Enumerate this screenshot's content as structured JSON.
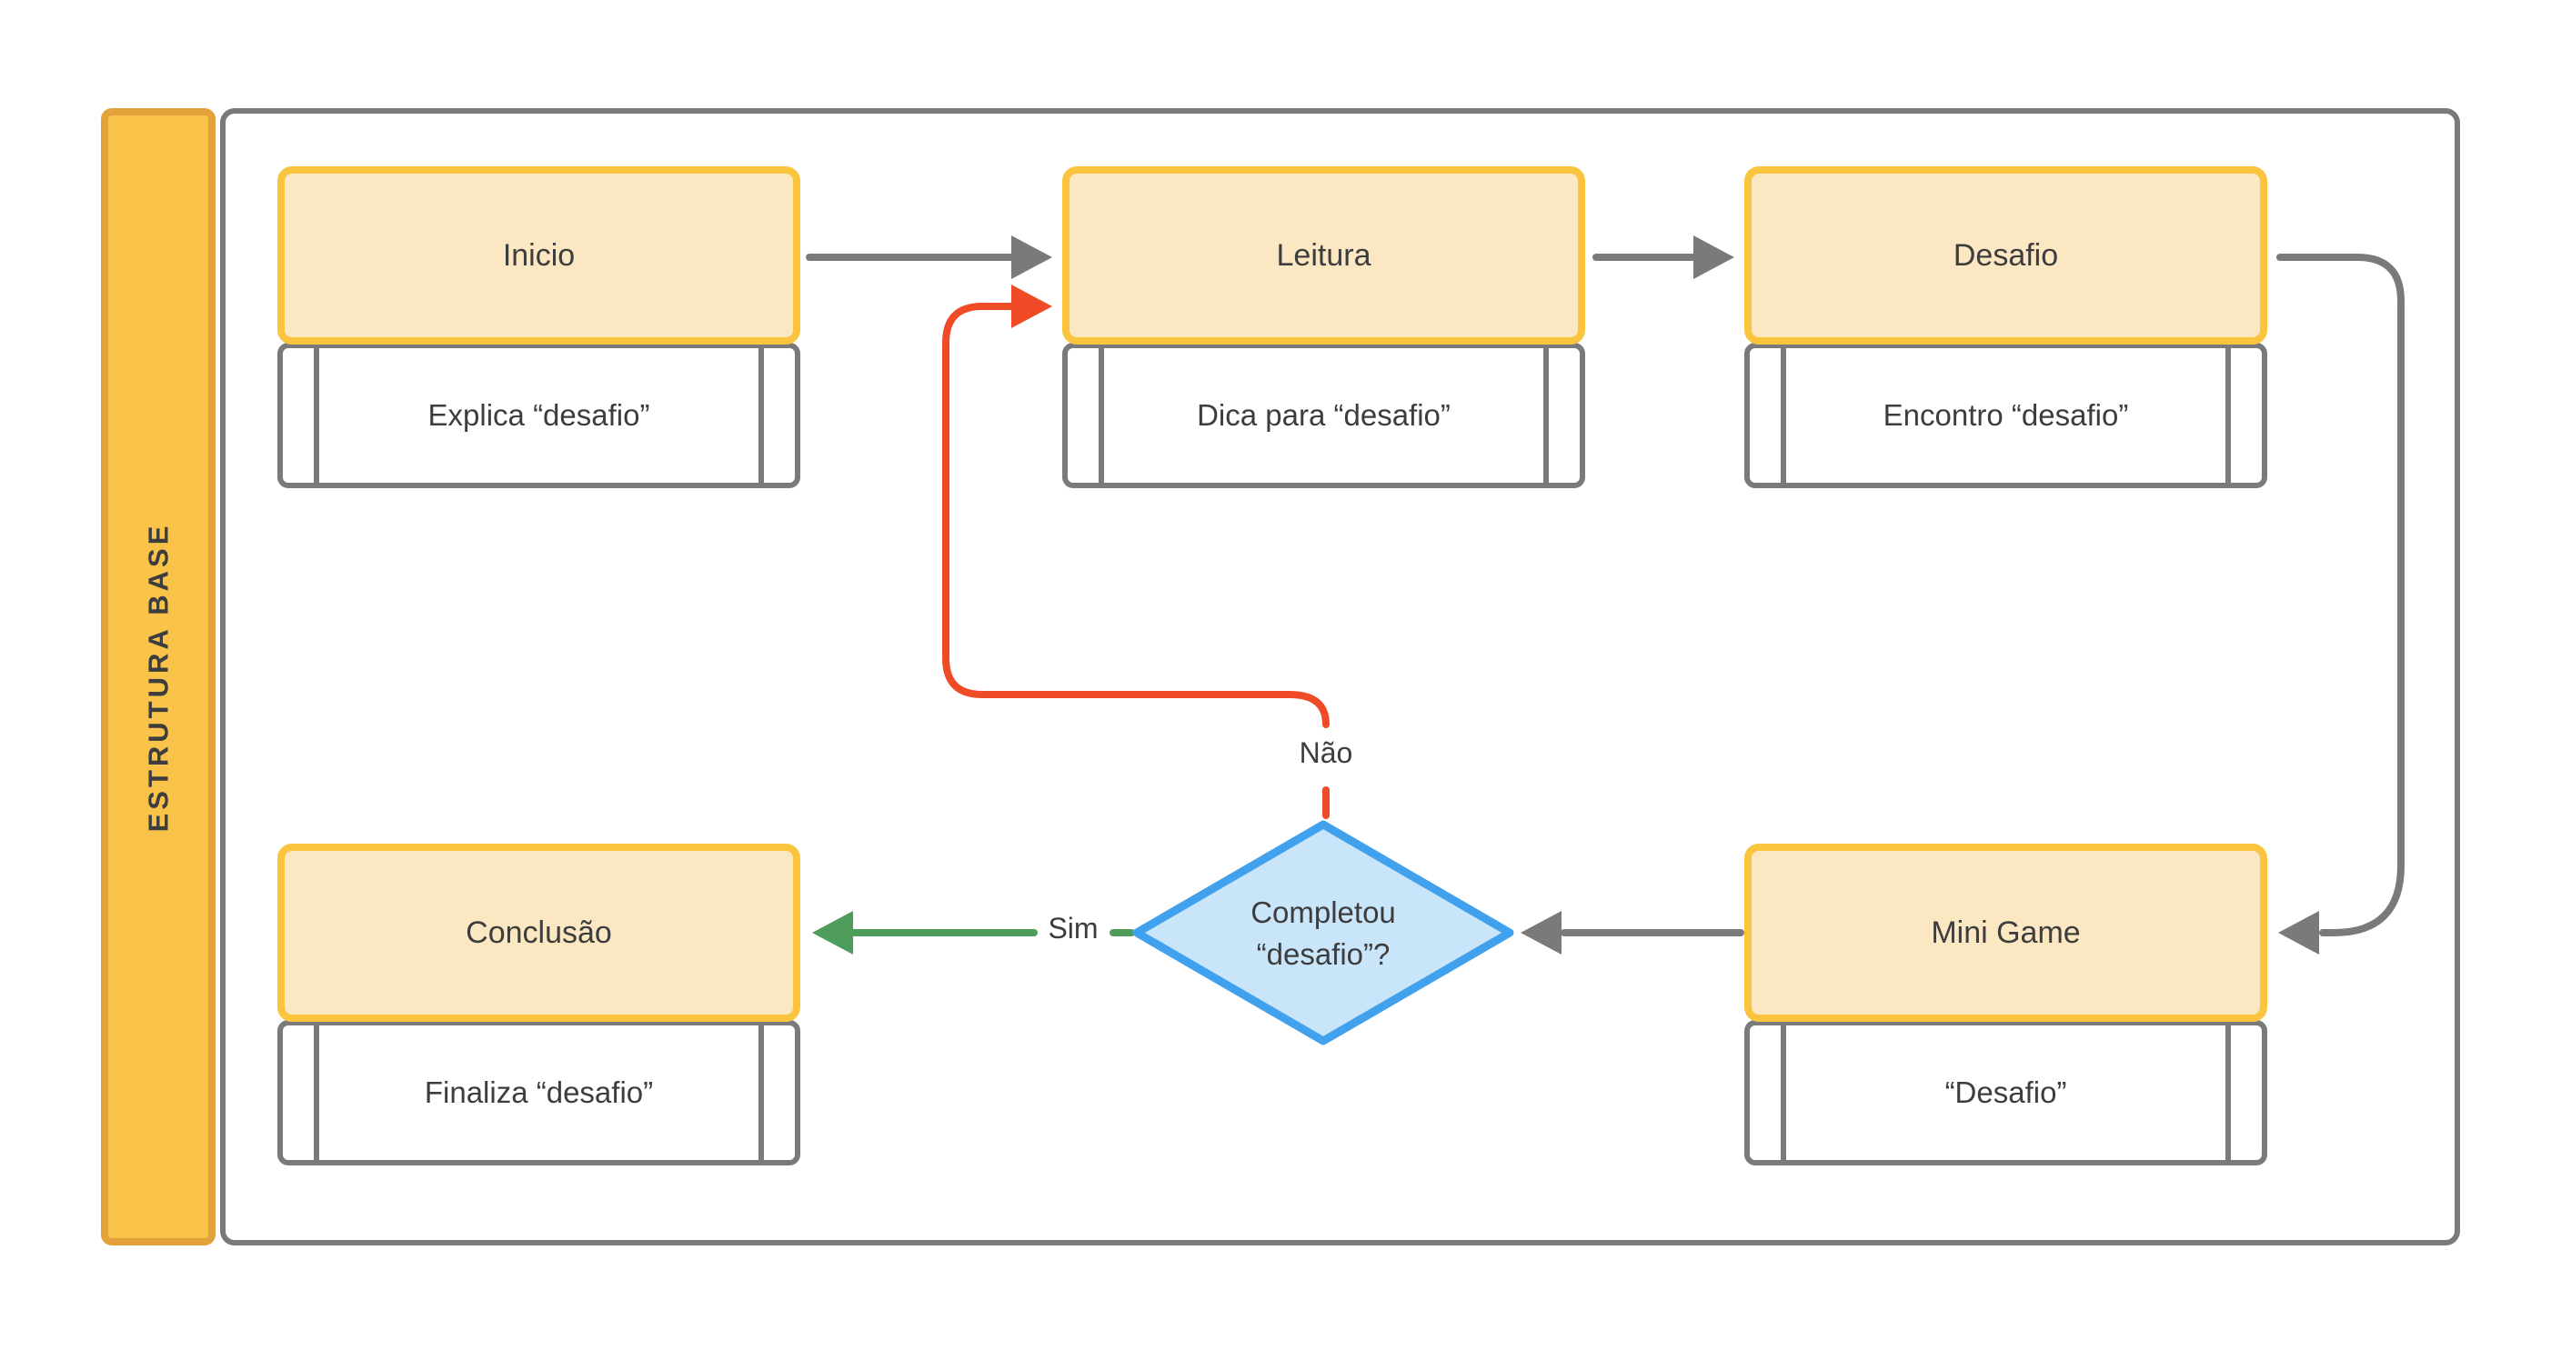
{
  "diagram": {
    "lane_label": "ESTRUTURA BASE",
    "nodes": [
      {
        "id": "inicio",
        "title": "Inicio",
        "subtitle": "Explica “desafio”"
      },
      {
        "id": "leitura",
        "title": "Leitura",
        "subtitle": "Dica para “desafio”"
      },
      {
        "id": "desafio",
        "title": "Desafio",
        "subtitle": "Encontro “desafio”"
      },
      {
        "id": "conclusao",
        "title": "Conclusão",
        "subtitle": "Finaliza “desafio”"
      },
      {
        "id": "minigame",
        "title": "Mini Game",
        "subtitle": "“Desafio”"
      }
    ],
    "decision": {
      "line1": "Completou",
      "line2": "“desafio”?"
    },
    "edge_labels": {
      "yes": "Sim",
      "no": "Não"
    },
    "colors": {
      "lane_fill": "#F9C349",
      "lane_border": "#E2A139",
      "box_fill": "#FBE8C3",
      "box_border": "#FAC43F",
      "gray": "#7A7A7A",
      "decision_fill": "#C9E5FA",
      "decision_border": "#42A1ED",
      "edge_red": "#EE4B26",
      "edge_green": "#4E9D5B",
      "text": "#3D3D3D"
    }
  }
}
